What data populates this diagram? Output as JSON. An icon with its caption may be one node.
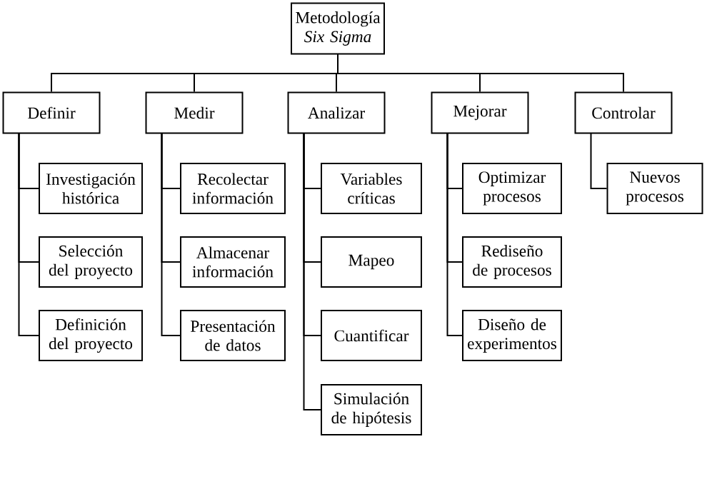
{
  "diagram": {
    "nodes": [
      {
        "text": [
          "Metodología *Six Sigma*"
        ]
      },
      {
        "text": [
          "Definir"
        ]
      },
      {
        "text": [
          "Medir"
        ]
      },
      {
        "text": [
          "Analizar"
        ]
      },
      {
        "text": [
          "Mejorar"
        ]
      },
      {
        "text": [
          "Controlar"
        ]
      },
      {
        "text": [
          "Investigación histórica"
        ]
      },
      {
        "text": [
          "Recolectar información"
        ]
      },
      {
        "text": [
          "Variables críticas"
        ]
      },
      {
        "text": [
          "Optimizar procesos"
        ]
      },
      {
        "text": [
          "Nuevos procesos"
        ]
      },
      {
        "text": [
          "Selección del proyecto"
        ]
      },
      {
        "text": [
          "Almacenar información"
        ]
      },
      {
        "text": [
          "Mapeo"
        ]
      },
      {
        "text": [
          "Rediseño de procesos"
        ]
      },
      {
        "text": [
          "Definición del proyecto"
        ]
      },
      {
        "text": [
          "Presentación de datos"
        ]
      },
      {
        "text": [
          "Cuantificar"
        ]
      },
      {
        "text": [
          "Diseño de experimentos"
        ]
      },
      {
        "text": [
          "Simulación de hipótesis"
        ]
      }
    ],
    "edges": [
      {
        "from": 0,
        "to": 1,
        "arrow": "none"
      },
      {
        "from": 0,
        "to": 2,
        "arrow": "none"
      },
      {
        "from": 0,
        "to": 3,
        "arrow": "none"
      },
      {
        "from": 0,
        "to": 4,
        "arrow": "none"
      },
      {
        "from": 0,
        "to": 5,
        "arrow": "none"
      },
      {
        "from": 1,
        "to": 6,
        "arrow": "none"
      },
      {
        "from": 1,
        "to": 11,
        "arrow": "none"
      },
      {
        "from": 1,
        "to": 15,
        "arrow": "none"
      },
      {
        "from": 2,
        "to": 7,
        "arrow": "none"
      },
      {
        "from": 2,
        "to": 12,
        "arrow": "none"
      },
      {
        "from": 2,
        "to": 16,
        "arrow": "none"
      },
      {
        "from": 3,
        "to": 8,
        "arrow": "none"
      },
      {
        "from": 3,
        "to": 13,
        "arrow": "none"
      },
      {
        "from": 3,
        "to": 17,
        "arrow": "none"
      },
      {
        "from": 3,
        "to": 19,
        "arrow": "none"
      },
      {
        "from": 4,
        "to": 9,
        "arrow": "none"
      },
      {
        "from": 4,
        "to": 14,
        "arrow": "none"
      },
      {
        "from": 4,
        "to": 18,
        "arrow": "none"
      },
      {
        "from": 5,
        "to": 10,
        "arrow": "none"
      }
    ]
  }
}
